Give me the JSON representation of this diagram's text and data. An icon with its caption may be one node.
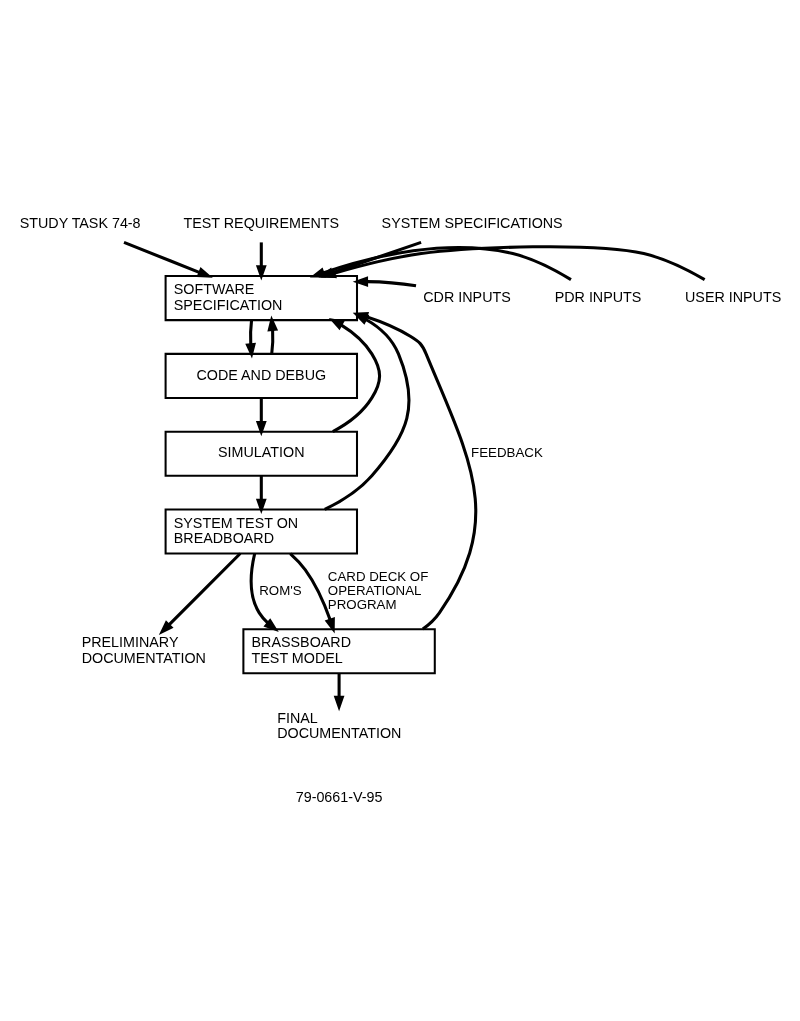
{
  "diagram": {
    "nodes": [
      {
        "text": [
          "STUDY TASK 74-8"
        ]
      },
      {
        "text": [
          "TEST REQUIREMENTS"
        ]
      },
      {
        "text": [
          "SYSTEM SPECIFICATIONS"
        ]
      },
      {
        "text": [
          "USER INPUTS"
        ]
      },
      {
        "text": [
          "PDR INPUTS"
        ]
      },
      {
        "text": [
          "CDR INPUTS"
        ]
      },
      {
        "text": [
          "SOFTWARE SPECIFICATION"
        ]
      },
      {
        "text": [
          "CODE AND DEBUG"
        ]
      },
      {
        "text": [
          "SIMULATION"
        ]
      },
      {
        "text": [
          "SYSTEM TEST ON BREADBOARD"
        ]
      },
      {
        "text": [
          "PRELIMINARY DOCUMENTATION"
        ]
      },
      {
        "text": [
          "BRASSBOARD TEST MODEL"
        ]
      },
      {
        "text": [
          "FINAL DOCUMENTATION"
        ]
      }
    ],
    "edges": [
      {
        "from": 0,
        "to": 6,
        "arrow": "to"
      },
      {
        "from": 1,
        "to": 6,
        "arrow": "to"
      },
      {
        "from": 2,
        "to": 6,
        "arrow": "to"
      },
      {
        "from": 3,
        "to": 6,
        "arrow": "to"
      },
      {
        "from": 4,
        "to": 6,
        "arrow": "to"
      },
      {
        "from": 5,
        "to": 6,
        "arrow": "to"
      },
      {
        "from": 6,
        "to": 7,
        "arrow": "to"
      },
      {
        "from": 7,
        "to": 8,
        "arrow": "to"
      },
      {
        "from": 8,
        "to": 9,
        "arrow": "to"
      },
      {
        "from": 9,
        "to": 10,
        "arrow": "to"
      },
      {
        "from": 9,
        "to": 11,
        "arrow": "to",
        "label": "ROM'S"
      },
      {
        "from": 9,
        "to": 11,
        "arrow": "to",
        "label": "CARD DECK OF OPERATIONAL PROGRAM"
      },
      {
        "from": 11,
        "to": 12,
        "arrow": "to"
      },
      {
        "from": 7,
        "to": 6,
        "arrow": "to"
      },
      {
        "from": 8,
        "to": 6,
        "arrow": "to"
      },
      {
        "from": 9,
        "to": 6,
        "arrow": "to"
      },
      {
        "from": 11,
        "to": 6,
        "arrow": "to",
        "label": "FEEDBACK"
      }
    ],
    "labels": [
      "79-0661-V-95"
    ]
  }
}
